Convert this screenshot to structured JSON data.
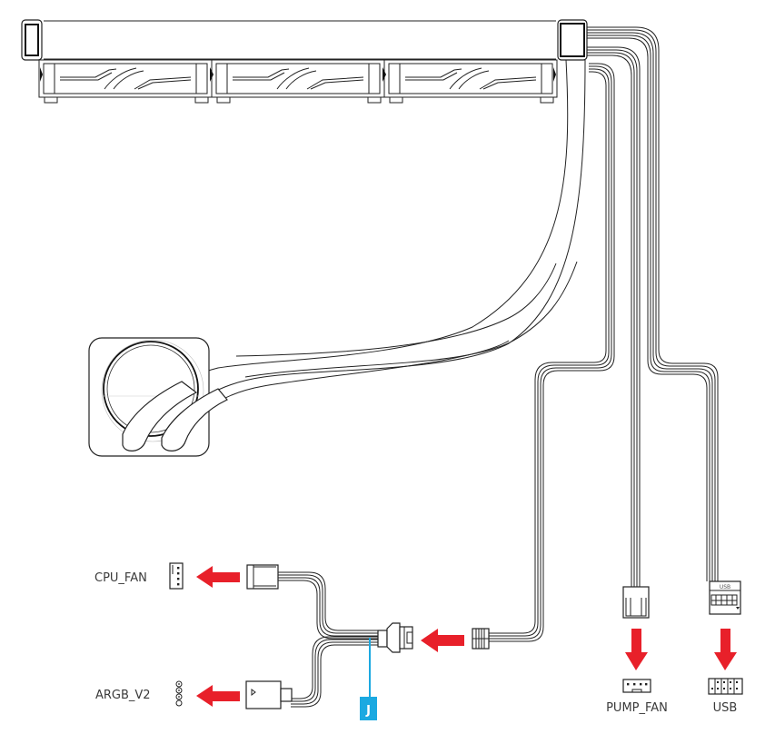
{
  "title": "Liquid cooler connection diagram",
  "colors": {
    "arrow": "#e8202a",
    "callout": "#1ba9e1",
    "line": "#222222",
    "text": "#3a3a3a"
  },
  "components": {
    "radiator": {
      "name": "360mm radiator with 3 fans",
      "fan_count": 3
    },
    "pump_block": {
      "name": "CPU pump block"
    },
    "splitter": {
      "name": "Y-splitter cable"
    }
  },
  "labels": {
    "cpu_fan": "CPU_FAN",
    "argb_v2": "ARGB_V2",
    "pump_fan": "PUMP_FAN",
    "usb": "USB",
    "usb_connector_text": "USB",
    "callout_j": "J"
  },
  "arrows": [
    {
      "id": "to-cpu-fan",
      "direction": "left"
    },
    {
      "id": "to-argb-v2",
      "direction": "left"
    },
    {
      "id": "to-splitter",
      "direction": "left"
    },
    {
      "id": "to-pump-fan",
      "direction": "down"
    },
    {
      "id": "to-usb",
      "direction": "down"
    }
  ]
}
